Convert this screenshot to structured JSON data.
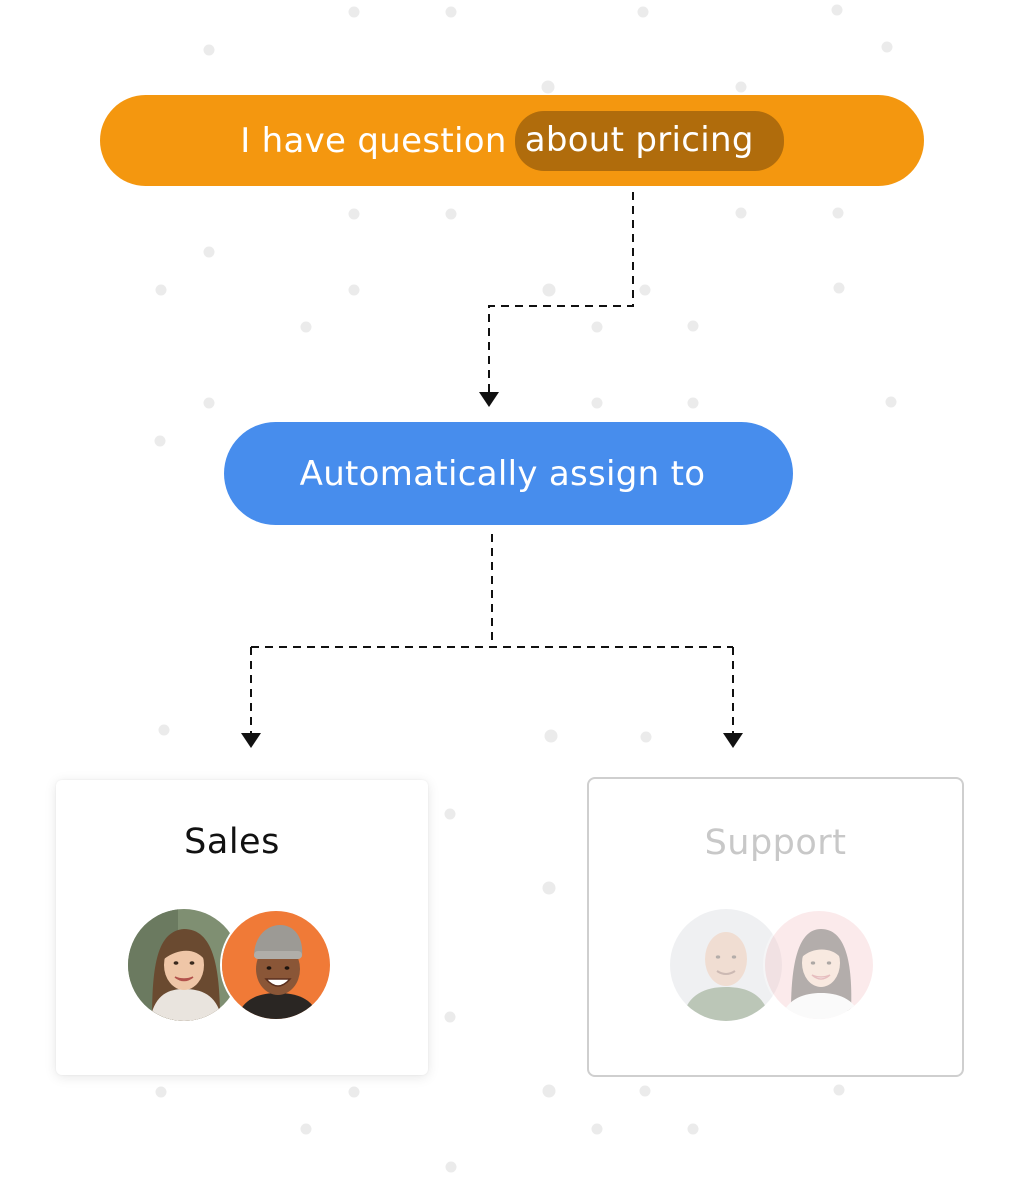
{
  "flow": {
    "trigger": {
      "prefix": "I have question",
      "highlight": "about pricing"
    },
    "action": {
      "label": "Automatically assign to"
    },
    "teams": [
      {
        "name": "Sales",
        "active": true
      },
      {
        "name": "Support",
        "active": false
      }
    ]
  },
  "colors": {
    "trigger": "#f4970f",
    "trigger_highlight": "#b06c0c",
    "action": "#478ded",
    "inactive_text": "#c8c8c8",
    "connector": "#111111",
    "dot": "#ebebeb"
  },
  "icons": [
    "arrow-down-icon",
    "avatar-woman-icon",
    "avatar-man-icon"
  ]
}
